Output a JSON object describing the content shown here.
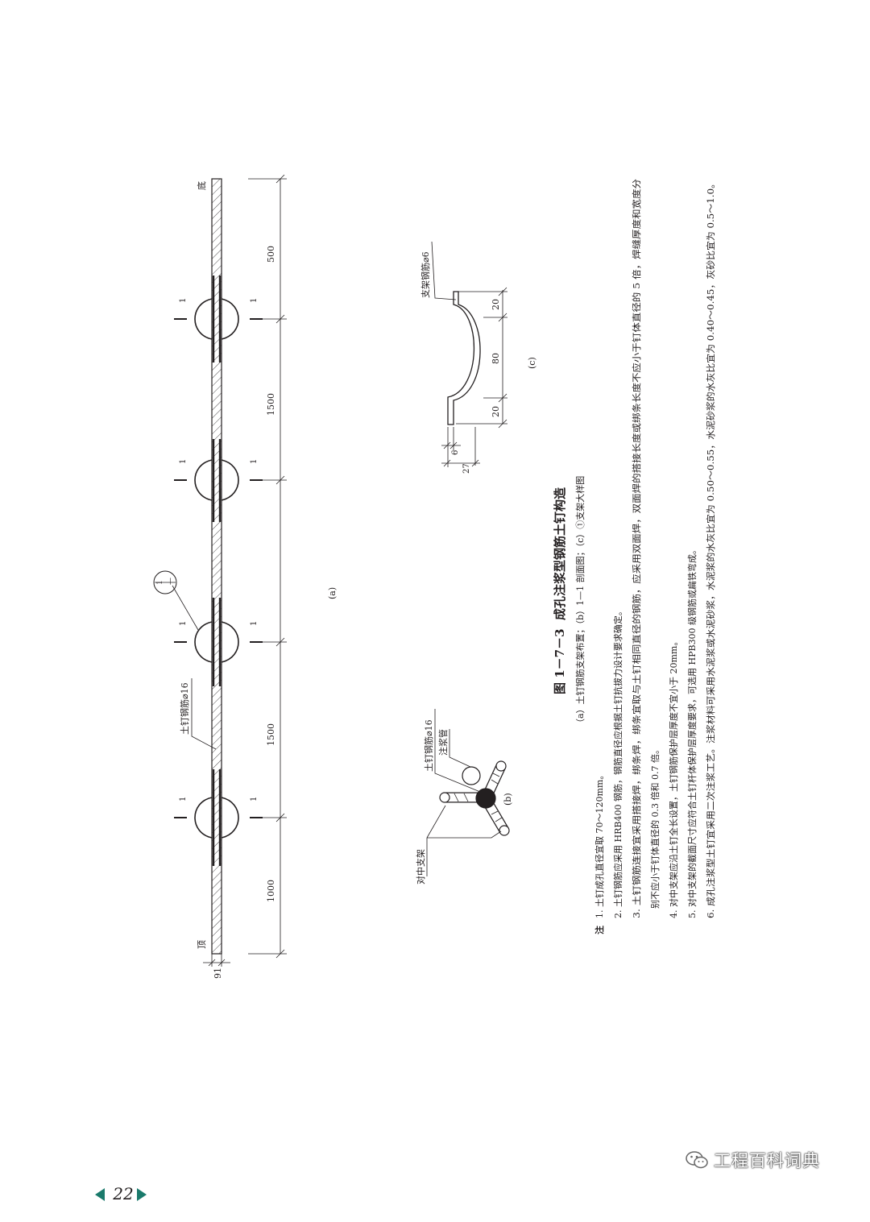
{
  "figure": {
    "number": "图 1－7－3",
    "title": "成孔注浆型钢筋土钉构造",
    "caption": "（a）土钉钢筋支架布置；（b）1—1 剖面图；（c）①支架大样图"
  },
  "panel_a": {
    "label": "(a)",
    "end_top": "顶",
    "end_bottom": "底",
    "rebar_label": "土钉钢筋⌀16",
    "dim_width": "91",
    "dims": [
      "1000",
      "1500",
      "1500",
      "500"
    ],
    "section_mark": "1",
    "callout_top": "1",
    "callout_bottom": "—"
  },
  "panel_b": {
    "label": "(b)",
    "rebar_label": "土钉钢筋⌀16",
    "pipe_label": "注浆管",
    "support_label": "对中支架"
  },
  "panel_c": {
    "label": "(c)",
    "rebar_label": "支架钢筋⌀6",
    "dims": [
      "20",
      "80",
      "20",
      "6",
      "27"
    ]
  },
  "notes": {
    "heading": "注",
    "items": [
      "1. 土钉成孔直径宜取 70～120mm。",
      "2. 土钉钢筋应采用 HRB400 钢筋，钢筋直径应根据土钉抗拔力设计要求确定。",
      "3. 土钉钢筋连接宜采用搭接焊，绑条焊，绑条宜取与土钉相同直径的钢筋，应采用双面焊，双面焊的搭接长度或绑条长度不应小于钉体直径的 5 倍，焊缝厚度和宽度分",
      "别不应小于钉体直径的 0.3 倍和 0.7 倍。",
      "4. 对中支架应沿土钉全长设置，土钉钢筋保护层厚度不宜小于 20mm。",
      "5. 对中支架的截面尺寸应符合土钉杆体保护层厚度要求，可选用 HPB300 级钢筋或扁铁弯成。",
      "6. 成孔注浆型土钉宜采用二次注浆工艺。注浆材料可采用水泥浆或水泥砂浆，水泥浆的水灰比宜为 0.50～0.55，水泥砂浆的水灰比宜为 0.40～0.45，灰砂比宜为 0.5～1.0。"
    ]
  },
  "page_number": "22",
  "watermark": "工程百科词典",
  "colors": {
    "ink": "#231f20",
    "accent": "#1a7a6b"
  }
}
